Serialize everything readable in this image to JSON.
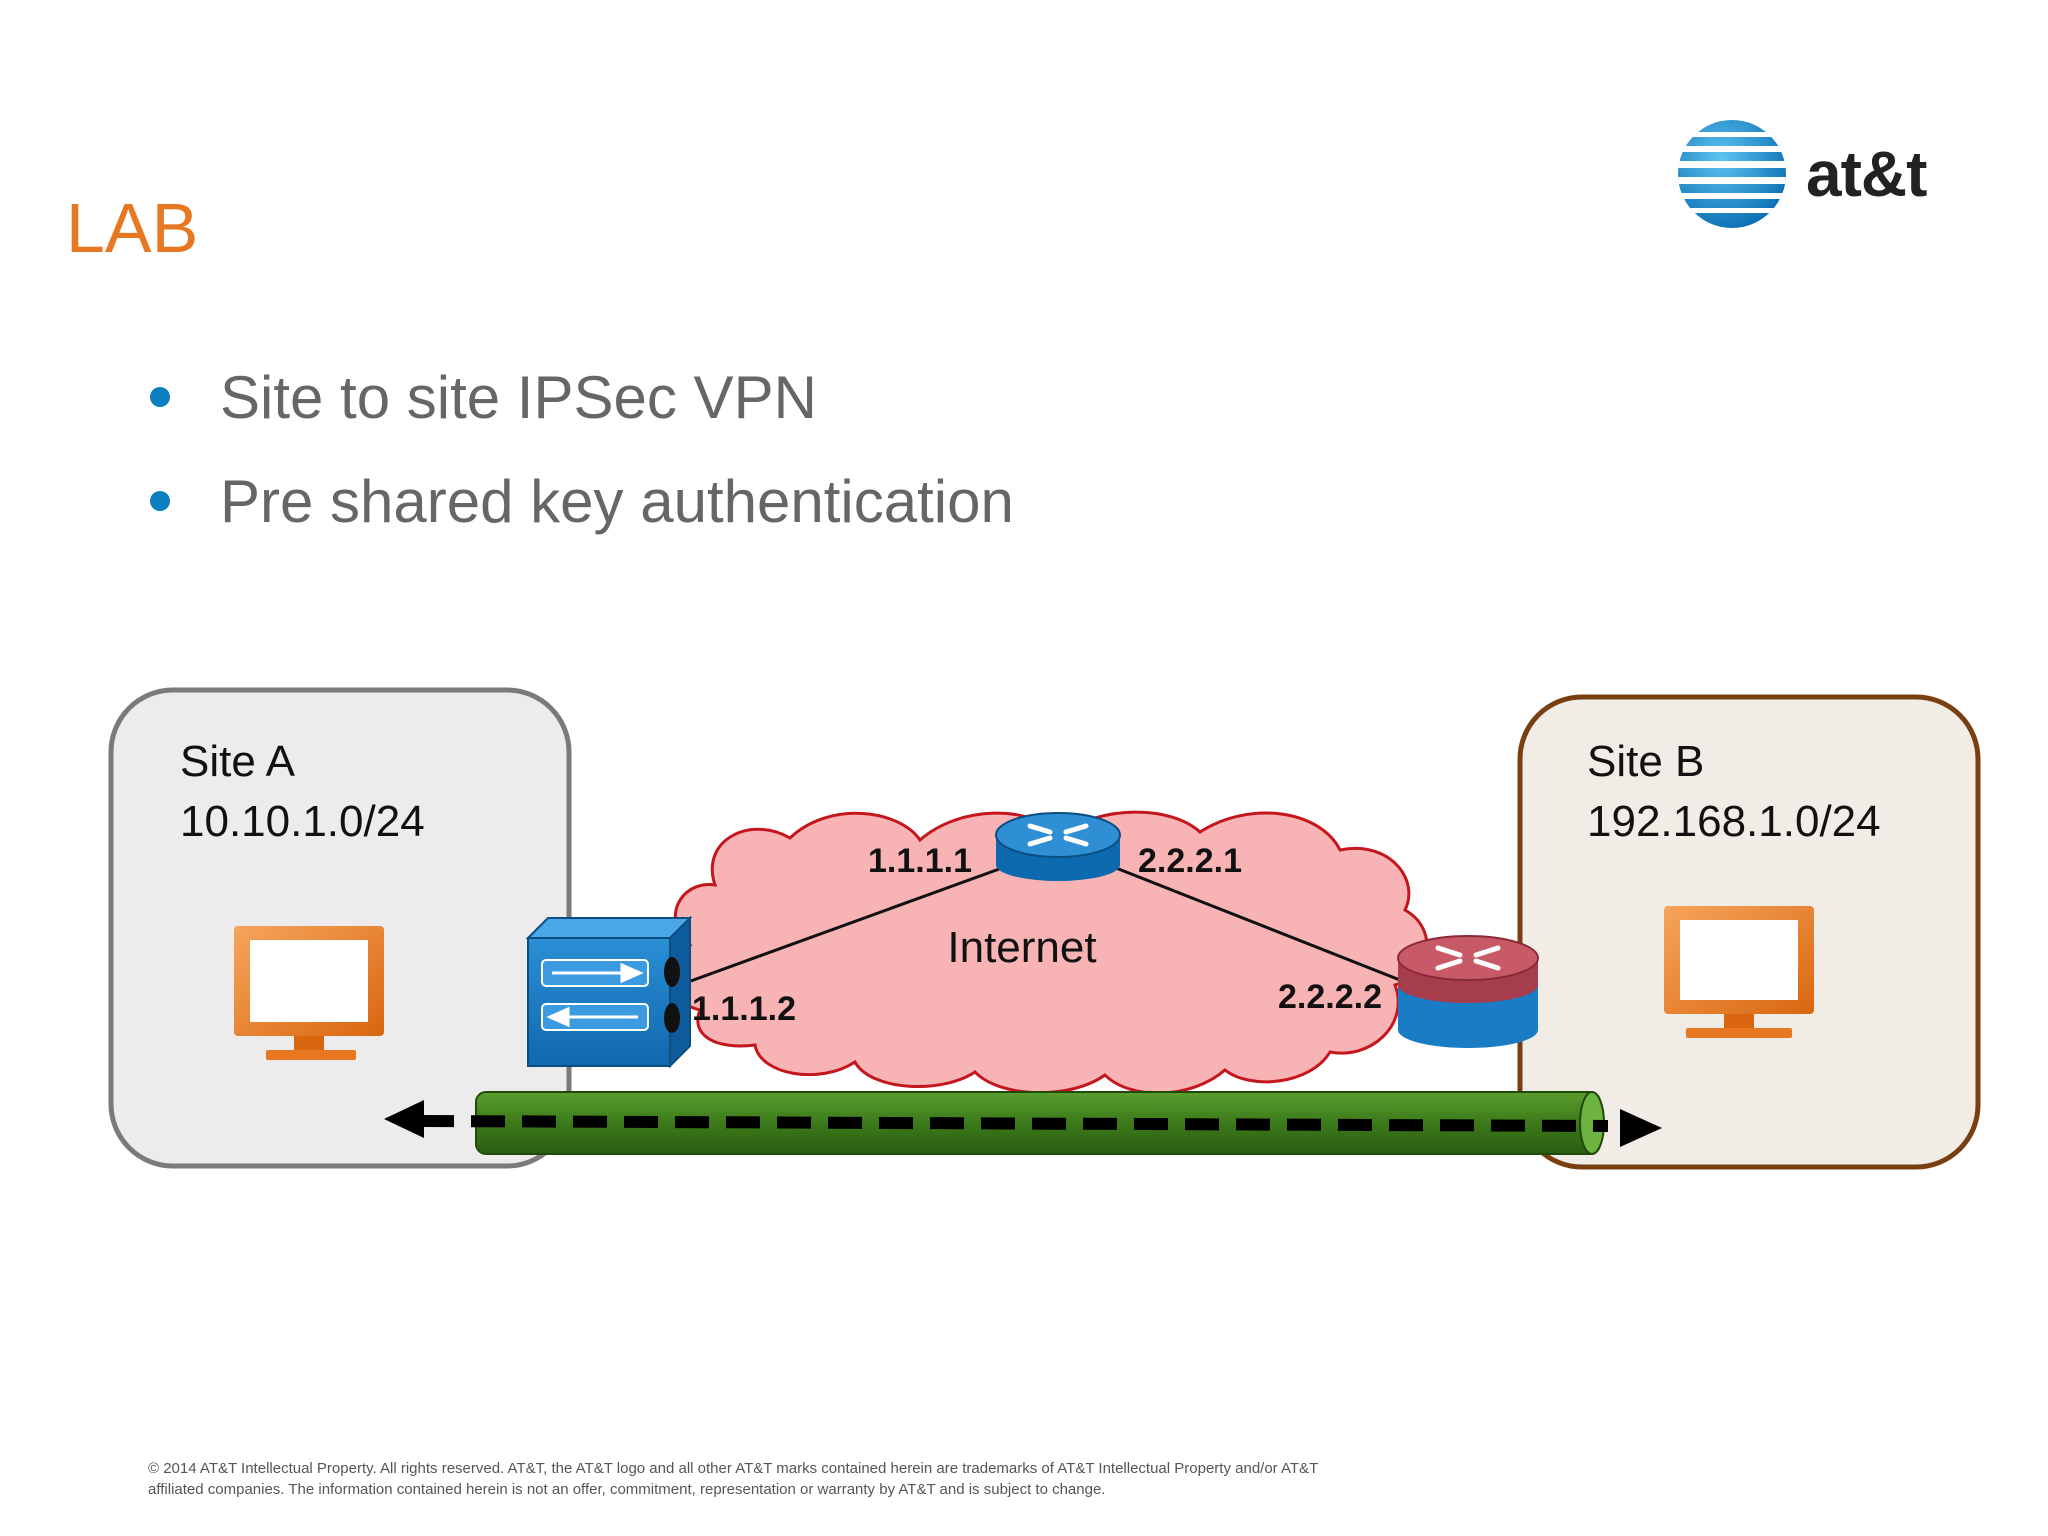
{
  "slide": {
    "title": "LAB",
    "bullets": [
      "Site to site IPSec VPN",
      "Pre shared key authentication"
    ],
    "footer": [
      "© 2014 AT&T Intellectual Property.  All rights reserved.  AT&T, the AT&T logo and all other AT&T marks contained herein are trademarks of AT&T Intellectual Property and/or AT&T",
      "affiliated companies.  The information contained herein is not an offer, commitment, representation or warranty by AT&T and is subject to change."
    ],
    "logo_text": "at&t",
    "colors": {
      "title": "#E87722",
      "bullet": "#0A7FC0",
      "text": "#666666"
    }
  },
  "diagram": {
    "site_a": {
      "name": "Site A",
      "subnet": "10.10.1.0/24"
    },
    "site_b": {
      "name": "Site B",
      "subnet": "192.168.1.0/24"
    },
    "cloud_label": "Internet",
    "ips": {
      "fw_outside": "1.1.1.2",
      "core_left": "1.1.1.1",
      "core_right": "2.2.2.1",
      "site_b_router": "2.2.2.2"
    },
    "icons": [
      "pc-monitor-icon",
      "firewall-icon",
      "router-icon",
      "router-icon",
      "vpn-tunnel-icon"
    ],
    "colors": {
      "cloud_fill": "#F8B3B5",
      "cloud_stroke": "#C4161C",
      "tunnel": "#3C7A1A",
      "site_a_border": "#7A7A7A",
      "site_b_border": "#7A3F10",
      "monitor": "#E87722",
      "router": "#1A7CC4",
      "router_b_top": "#B94A59"
    }
  }
}
